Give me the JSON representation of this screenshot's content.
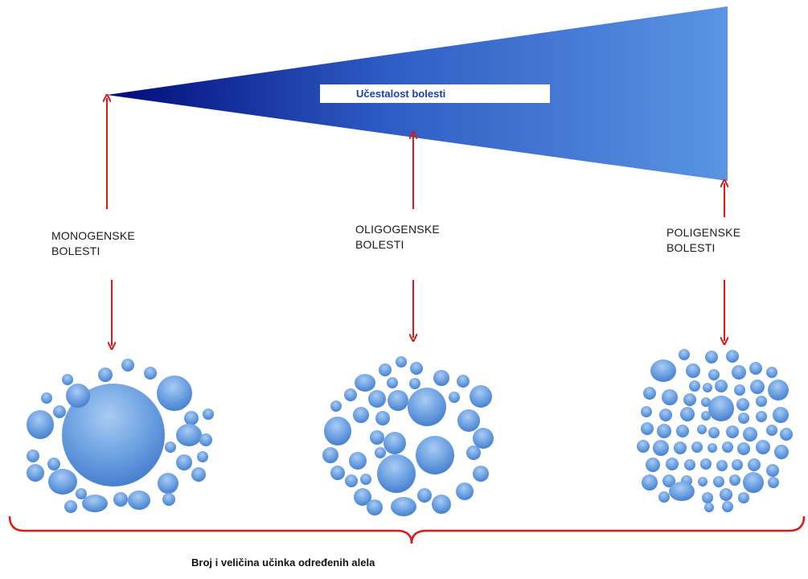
{
  "frequency_label": "Učestalost bolesti",
  "categories": [
    {
      "line1": "MONOGENSKE",
      "line2": "BOLESTI"
    },
    {
      "line1": "OLIGOGENSKE",
      "line2": "BOLESTI"
    },
    {
      "line1": "POLIGENSKE",
      "line2": "BOLESTI"
    }
  ],
  "caption": "Broj i veličina učinka određenih alela",
  "colors": {
    "wedge_dark": "#000a78",
    "wedge_light": "#4f8ce0",
    "arrow": "#d81a1a",
    "circle_fill": "#5f96dc",
    "brace": "#d81a1a"
  }
}
